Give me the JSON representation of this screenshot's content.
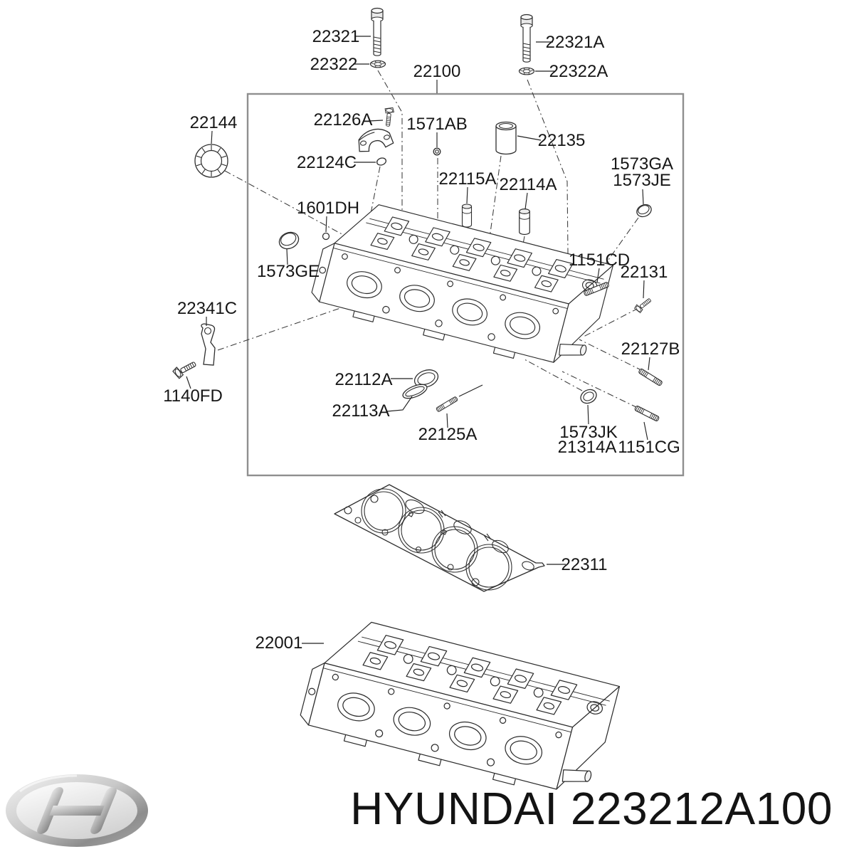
{
  "document": {
    "type": "parts-diagram",
    "brand": "HYUNDAI",
    "part_number": "223212A100",
    "full_title": "HYUNDAI 223212A100"
  },
  "colors": {
    "background": "#ffffff",
    "line": "#2e2e2e",
    "box_border": "#8f8f8f",
    "label_text": "#161616",
    "logo_silver_light": "#f0f0f0",
    "logo_silver_dark": "#7e7e7e"
  },
  "assembly_box": {
    "label": "22100"
  },
  "parts": [
    {
      "label": "22321"
    },
    {
      "label": "22322"
    },
    {
      "label": "22100"
    },
    {
      "label": "22321A"
    },
    {
      "label": "22322A"
    },
    {
      "label": "22144"
    },
    {
      "label": "22126A"
    },
    {
      "label": "22124C"
    },
    {
      "label": "1571AB"
    },
    {
      "label": "22135"
    },
    {
      "label": "22115A"
    },
    {
      "label": "22114A"
    },
    {
      "label": "1573GA"
    },
    {
      "label": "1573JE"
    },
    {
      "label": "1601DH"
    },
    {
      "label": "1573GE"
    },
    {
      "label": "1151CD"
    },
    {
      "label": "22131"
    },
    {
      "label": "22341C"
    },
    {
      "label": "22127B"
    },
    {
      "label": "22112A"
    },
    {
      "label": "22113A"
    },
    {
      "label": "1140FD"
    },
    {
      "label": "22125A"
    },
    {
      "label": "1573JK"
    },
    {
      "label": "21314A"
    },
    {
      "label": "1151CG"
    },
    {
      "label": "22311"
    },
    {
      "label": "22001"
    }
  ]
}
